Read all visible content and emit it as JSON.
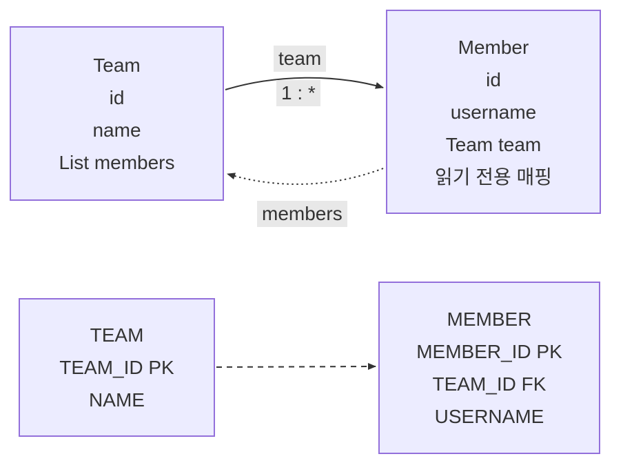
{
  "diagram": {
    "class_nodes": [
      {
        "name": "Team",
        "lines": [
          "Team",
          "id",
          "name",
          "List members"
        ]
      },
      {
        "name": "Member",
        "lines": [
          "Member",
          "id",
          "username",
          "Team team",
          "읽기 전용 매핑"
        ]
      }
    ],
    "edge_labels": {
      "team": "team",
      "cardinality": "1 : *",
      "members": "members"
    },
    "table_nodes": [
      {
        "name": "TEAM",
        "lines": [
          "TEAM",
          "TEAM_ID PK",
          "NAME"
        ]
      },
      {
        "name": "MEMBER",
        "lines": [
          "MEMBER",
          "MEMBER_ID PK",
          "TEAM_ID FK",
          "USERNAME"
        ]
      }
    ],
    "colors": {
      "node_fill": "#ececff",
      "node_border": "#9370db",
      "text": "#333333",
      "edge_label_bg": "#e8e8e8",
      "arrow": "#333333"
    }
  }
}
